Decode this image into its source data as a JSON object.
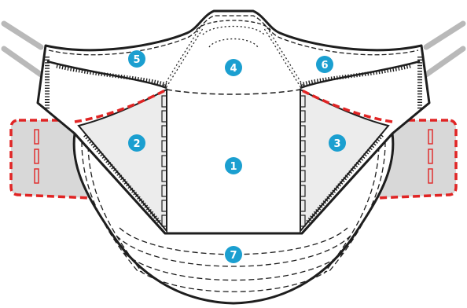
{
  "colors": {
    "outline": "#1e1e1e",
    "panel_fill": "#ffffff",
    "side_flap_fill": "#d8d8d8",
    "side_flap_dash": "#e02424",
    "strap_gray": "#b9b9b9",
    "badge": "#1b9fd0",
    "badge_text": "#ffffff"
  },
  "diagram": {
    "panels": [
      {
        "id": "1",
        "label": "1"
      },
      {
        "id": "2",
        "label": "2"
      },
      {
        "id": "3",
        "label": "3"
      },
      {
        "id": "4",
        "label": "4"
      },
      {
        "id": "5",
        "label": "5"
      },
      {
        "id": "6",
        "label": "6"
      },
      {
        "id": "7",
        "label": "7"
      }
    ]
  }
}
